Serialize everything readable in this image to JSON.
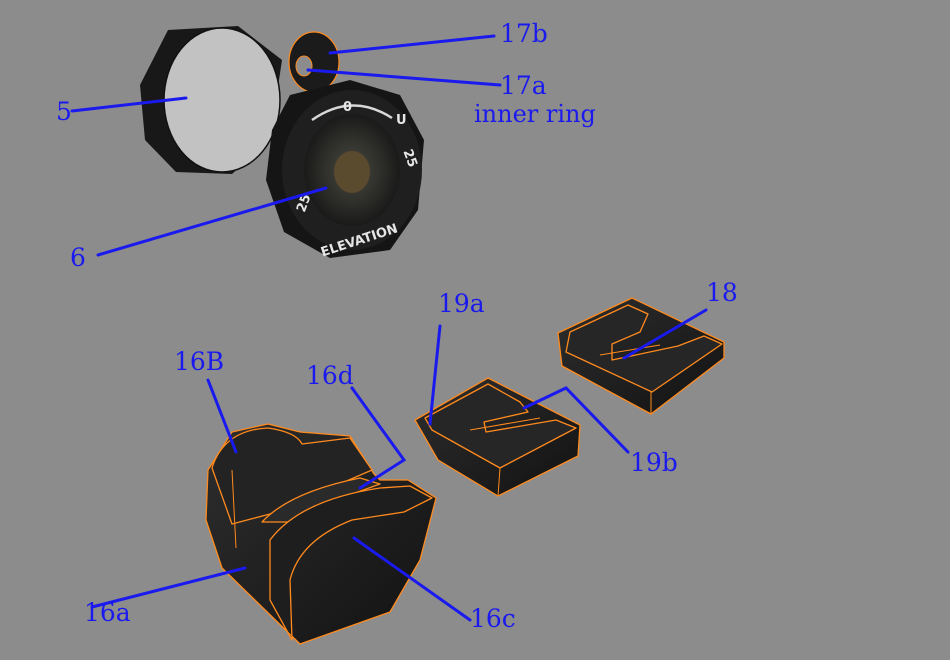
{
  "labels": {
    "l5": "5",
    "l6": "6",
    "l17b": "17b",
    "l17a": "17a",
    "inner_ring": "inner ring",
    "l18": "18",
    "l19a": "19a",
    "l19b": "19b",
    "l16B": "16B",
    "l16d": "16d",
    "l16a": "16a",
    "l16c": "16c"
  },
  "dial": {
    "zero": "0",
    "u": "U",
    "twentyfive_right": "25",
    "twentyfive_left": "25",
    "caption": "ELEVATION"
  },
  "colors": {
    "background": "#8c8c8c",
    "label_blue": "#1a1aee",
    "part_edge": "#ff8a1e",
    "part_body": "#1c1c1c",
    "lens": "#bdbdbd"
  }
}
